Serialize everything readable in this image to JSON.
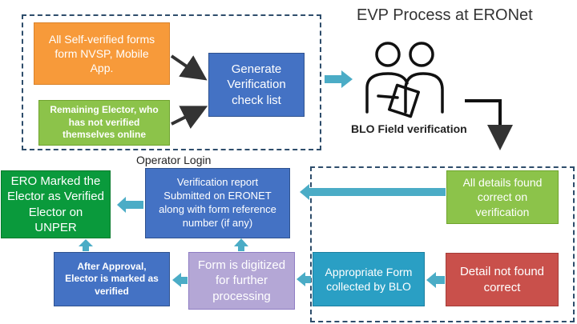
{
  "title": "EVP Process at ERONet",
  "boxes": {
    "self_verified": "All Self-verified forms form NVSP, Mobile App.",
    "remaining_elector": "Remaining Elector, who has not verified themselves online",
    "generate_checklist": "Generate Verification check list",
    "blo_field": "BLO Field verification",
    "operator_login": "Operator Login",
    "ero_marked": "ERO Marked the Elector as Verified Elector on UNPER",
    "verification_report": "Verification report Submitted on ERONET along with form reference number (if any)",
    "all_details_found": "All details found correct on verification",
    "after_approval": "After Approval, Elector is marked as verified",
    "form_digitized": "Form is digitized for further processing",
    "appropriate_form": "Appropriate Form collected by BLO",
    "detail_not_found": "Detail not found correct"
  },
  "colors": {
    "orange": "#f79a3a",
    "light_green": "#8cc34a",
    "blue": "#4472c4",
    "dark_green": "#0a9a3c",
    "lilac": "#b4a7d6",
    "teal": "#2a9fc4",
    "red": "#c9504b",
    "arrow_blue": "#4bacc6"
  },
  "icons": {
    "blo_figure": "two-people-clipboard-icon"
  }
}
